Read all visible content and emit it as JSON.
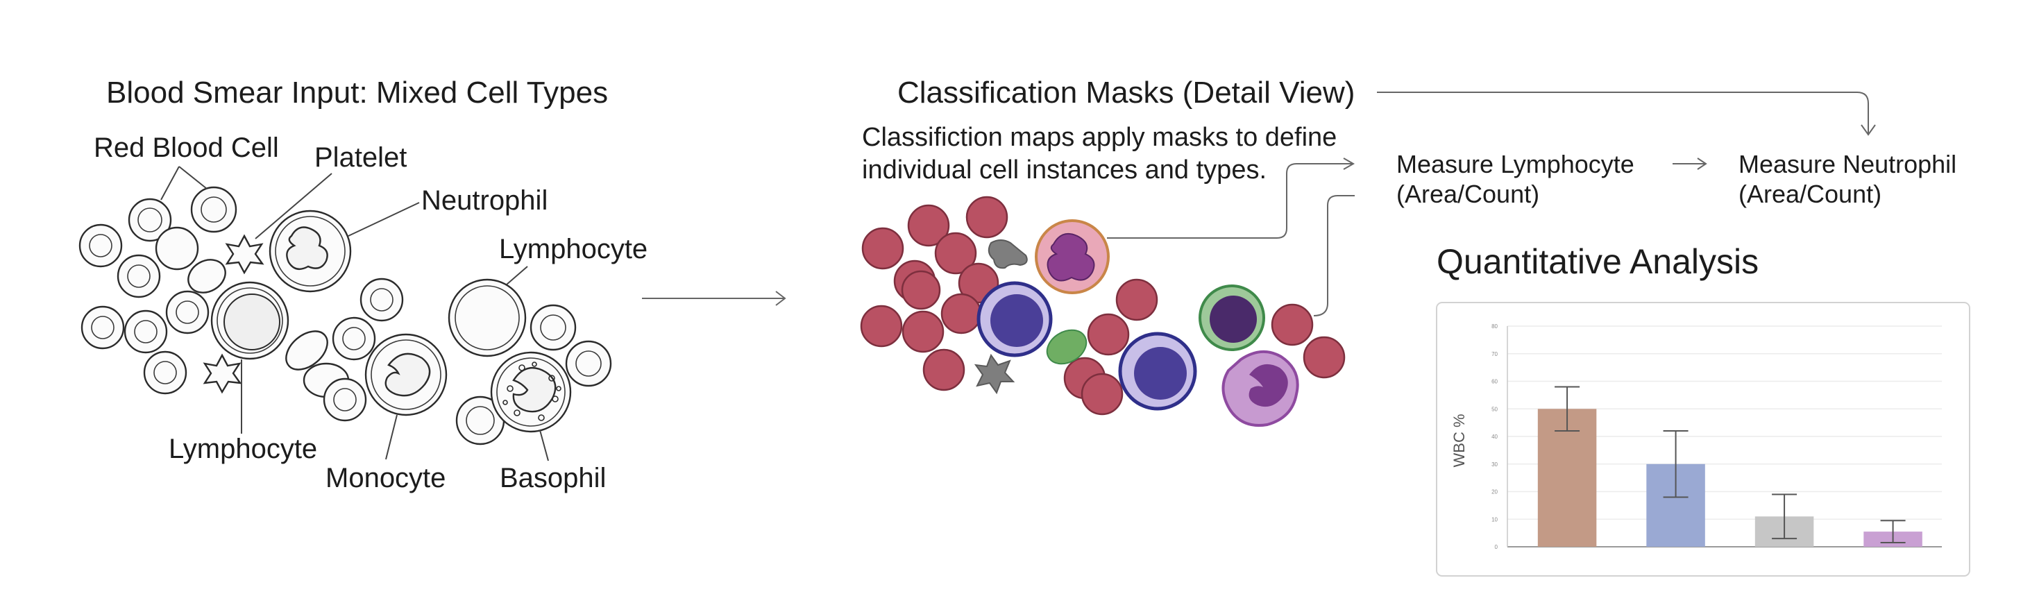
{
  "left_panel": {
    "title": "Blood Smear Input: Mixed Cell Types",
    "labels": {
      "red_blood_cell": "Red Blood Cell",
      "platelet": "Platelet",
      "neutrophil": "Neutrophil",
      "lymphocyte_top": "Lymphocyte",
      "lymphocyte_bottom": "Lymphocyte",
      "monocyte": "Monocyte",
      "basophil": "Basophil"
    }
  },
  "middle_panel": {
    "title": "Classification Masks (Detail View)",
    "description_line1": "Classifiction maps apply masks to define",
    "description_line2": "individual cell instances and types."
  },
  "measurements": {
    "lymphocyte_line1": "Measure Lymphocyte",
    "lymphocyte_line2": "(Area/Count)",
    "neutrophil_line1": "Measure Neutrophil",
    "neutrophil_line2": "(Area/Count)"
  },
  "quantitative_analysis": {
    "title": "Quantitative Analysis"
  },
  "colors": {
    "rbc": "#b95163",
    "neutrophil_mask": "#e9a8b8",
    "lymphocyte_mask": "#4a3f98",
    "monocyte_mask": "#c79ad0",
    "eosinophil_mask": "#3f8a4a",
    "platelet_mask": "#8a8a8a"
  },
  "chart_data": {
    "type": "bar",
    "title": "",
    "xlabel": "",
    "ylabel": "WBC %",
    "ylim": [
      0,
      80
    ],
    "yticks": [
      "0",
      "10",
      "20",
      "30",
      "40",
      "50",
      "60",
      "70",
      "80"
    ],
    "categories": [
      "",
      "",
      "",
      ""
    ],
    "values": [
      50,
      30,
      11,
      5.5
    ],
    "error": [
      8,
      12,
      8,
      4
    ],
    "bar_colors": [
      "#c39a86",
      "#9aa9d3",
      "#c6c6c6",
      "#c9a0d3"
    ],
    "grid": true
  }
}
